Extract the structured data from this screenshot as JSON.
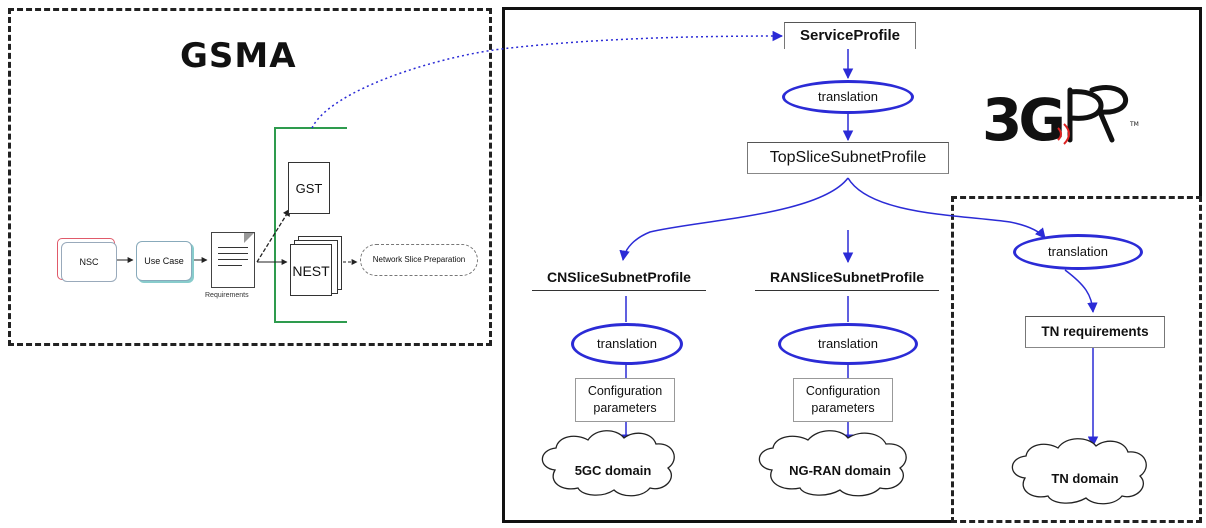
{
  "gsma": {
    "title": "GSMA",
    "flow": {
      "nsc": "NSC",
      "use_case": "Use Case",
      "requirements": "Requirements",
      "gst": "GST",
      "nest": "NEST",
      "network_slice_preparation": "Network Slice Preparation"
    }
  },
  "threegpp": {
    "logo_text": "3GPP",
    "service_profile": "ServiceProfile",
    "top_profile": "TopSliceSubnetProfile",
    "cn_profile": "CNSliceSubnetProfile",
    "ran_profile": "RANSliceSubnetProfile",
    "translation": "translation",
    "config_params": "Configuration parameters",
    "domain_5gc": "5GC domain",
    "domain_ngran": "NG-RAN domain"
  },
  "tn": {
    "translation": "translation",
    "requirements": "TN requirements",
    "domain": "TN domain"
  },
  "colors": {
    "arrow_blue": "#2b2bd6",
    "gsma_green": "#2e9b4e",
    "frame_black": "#111111"
  }
}
